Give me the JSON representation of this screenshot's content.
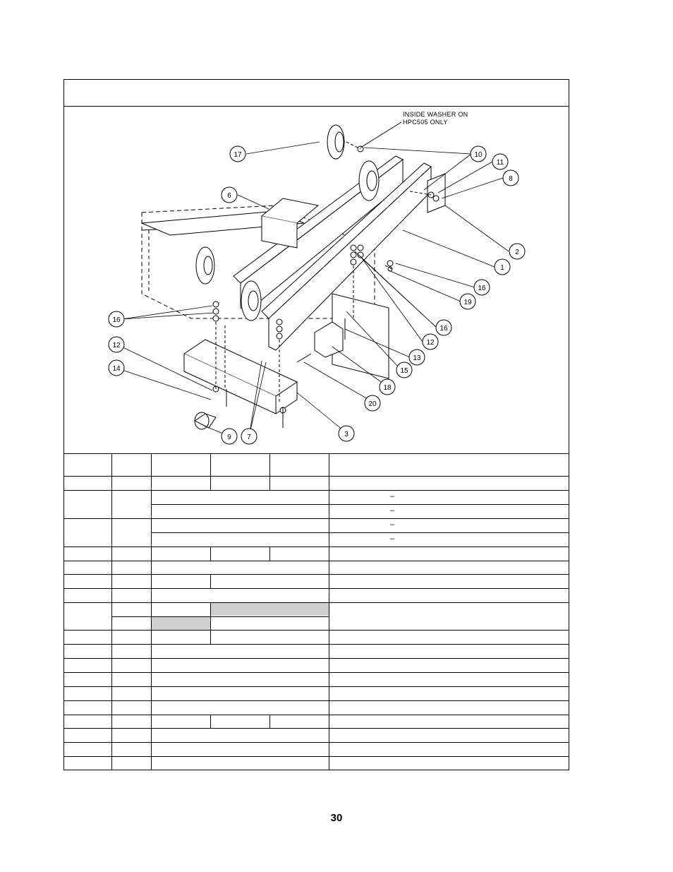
{
  "diagram": {
    "note_line1": "INSIDE WASHER ON",
    "note_line2": "HPC505 ONLY",
    "callouts": [
      "17",
      "10",
      "11",
      "8",
      "6",
      "2",
      "1",
      "16",
      "19",
      "16",
      "16",
      "12",
      "12",
      "13",
      "14",
      "15",
      "18",
      "20",
      "3",
      "9",
      "7"
    ]
  },
  "table": {
    "dash_symbol": "–"
  },
  "page_number": "30"
}
